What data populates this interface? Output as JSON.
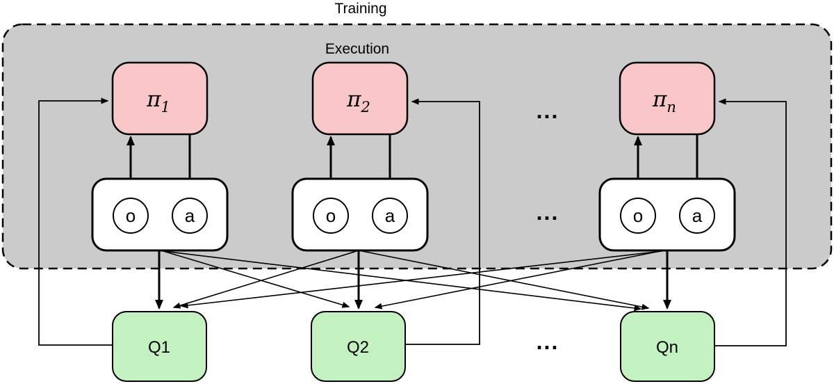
{
  "title": "Training",
  "execution_region": {
    "label": "Execution"
  },
  "colors": {
    "container_fill": "#cbcbcb",
    "policy_fill": "#f9c7c7",
    "obs_action_fill": "#ffffff",
    "q_fill": "#c3f1bf",
    "stroke": "#000000"
  },
  "agents": [
    {
      "policy": "π",
      "policy_sub": "1",
      "observation": "o",
      "action": "a",
      "q_value": "Q1"
    },
    {
      "policy": "π",
      "policy_sub": "2",
      "observation": "o",
      "action": "a",
      "q_value": "Q2"
    },
    {
      "policy": "π",
      "policy_sub": "n",
      "observation": "o",
      "action": "a",
      "q_value": "Qn"
    }
  ],
  "ellipsis": "..."
}
